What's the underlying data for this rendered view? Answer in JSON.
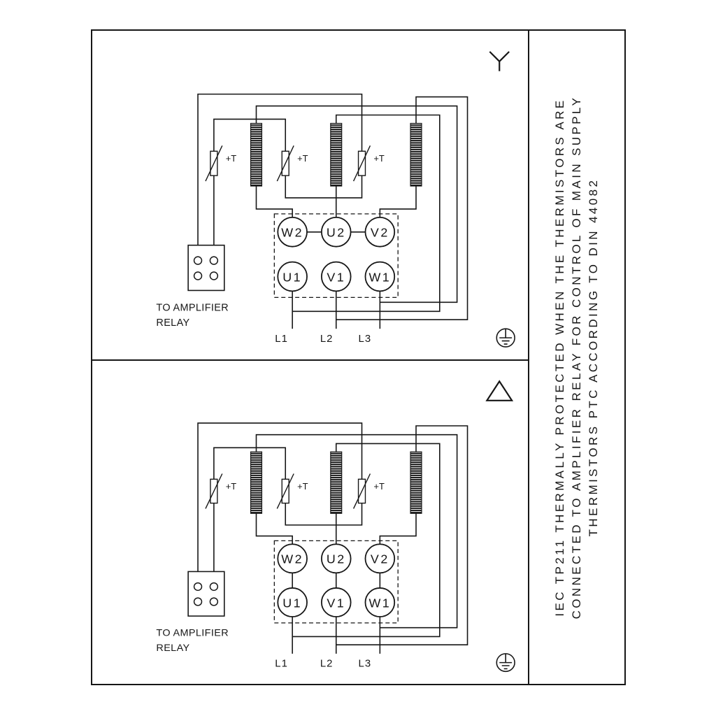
{
  "document": {
    "ink_color": "#161616",
    "background_color": "#ffffff"
  },
  "notes_column": {
    "line1": "IEC TP211 THERMALLY PROTECTED WHEN THE THERMISTORS ARE",
    "line2": "CONNECTED TO AMPLIFIER RELAY FOR CONTROL OF MAIN SUPPLY",
    "line3": "THERMISTORS PTC ACCORDING TO DIN 44082"
  },
  "panels": [
    {
      "name": "star-connection",
      "connection_symbol": "star",
      "thermistor_label": "+T",
      "relay_caption_line1": "TO AMPLIFIER",
      "relay_caption_line2": "RELAY",
      "terminals": {
        "top": [
          "W2",
          "U2",
          "V2"
        ],
        "bottom": [
          "U1",
          "V1",
          "W1"
        ]
      },
      "supply": [
        "L1",
        "L2",
        "L3"
      ]
    },
    {
      "name": "delta-connection",
      "connection_symbol": "delta",
      "thermistor_label": "+T",
      "relay_caption_line1": "TO AMPLIFIER",
      "relay_caption_line2": "RELAY",
      "terminals": {
        "top": [
          "W2",
          "U2",
          "V2"
        ],
        "bottom": [
          "U1",
          "V1",
          "W1"
        ]
      },
      "supply": [
        "L1",
        "L2",
        "L3"
      ]
    }
  ]
}
